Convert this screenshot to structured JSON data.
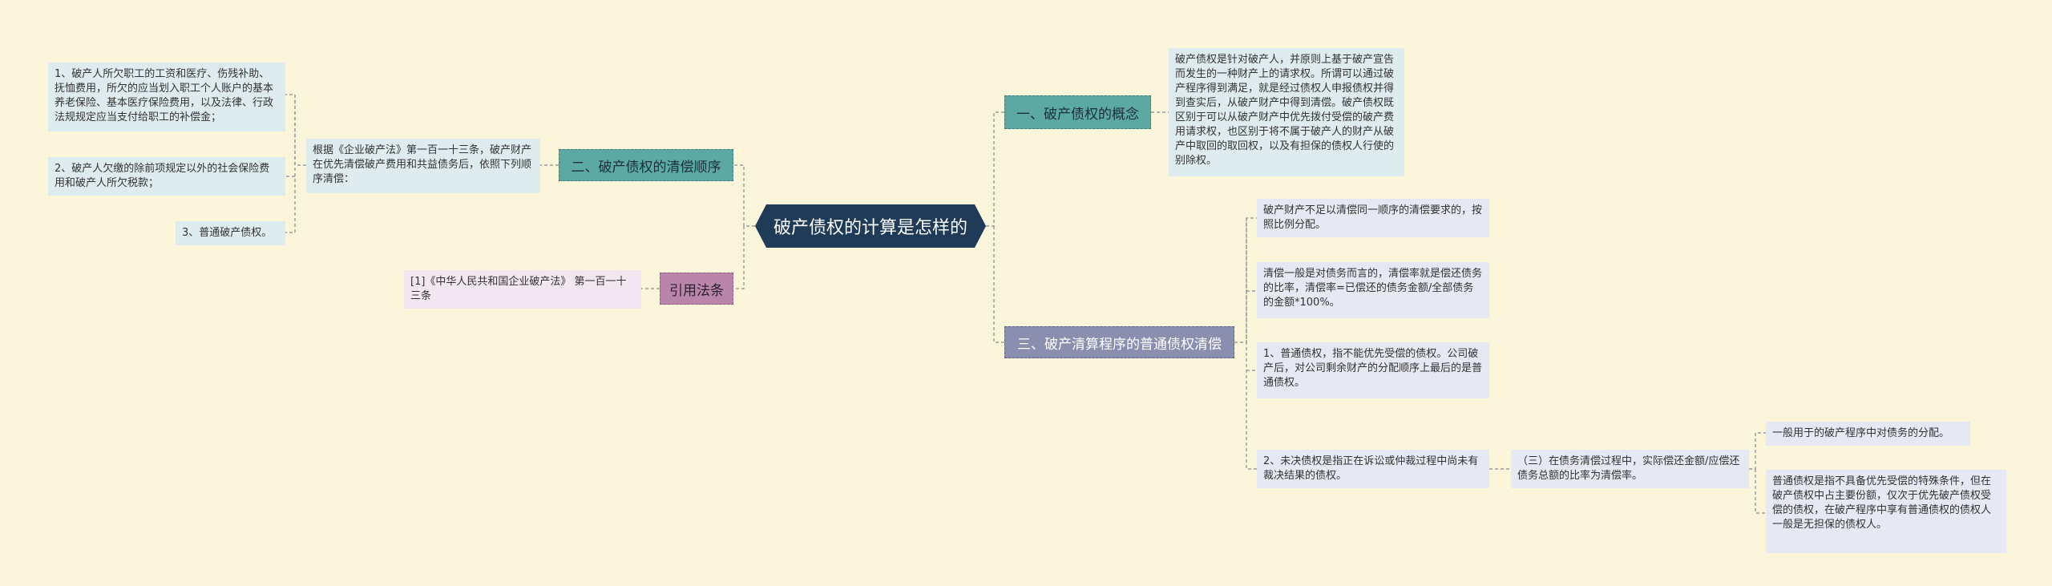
{
  "root": {
    "label": "破产债权的计算是怎样的"
  },
  "right": {
    "topic1": {
      "label": "一、破产债权的概念",
      "detail": "破产债权是针对破产人，并原则上基于破产宣告而发生的一种财产上的请求权。所谓可以通过破产程序得到满足，就是经过债权人申报债权并得到查实后，从破产财产中得到清偿。破产债权既区别于可以从破产财产中优先拨付受偿的破产费用请求权，也区别于将不属于破产人的财产从破产中取回的取回权，以及有担保的债权人行使的别除权。"
    },
    "topic3": {
      "label": "三、破产清算程序的普通债权清偿",
      "children": [
        "破产财产不足以清偿同一顺序的清偿要求的，按照比例分配。",
        "清偿一般是对债务而言的，清偿率就是偿还债务的比率，清偿率=已偿还的债务金额/全部债务的金额*100%。",
        "1、普通债权，指不能优先受偿的债权。公司破产后，对公司剩余财产的分配顺序上最后的是普通债权。",
        "2、未决债权是指正在诉讼或仲裁过程中尚未有裁决结果的债权。"
      ],
      "sub": "（三）在债务清偿过程中，实际偿还金额/应偿还债务总额的比率为清偿率。",
      "subchildren": [
        "一般用于的破产程序中对债务的分配。",
        "普通债权是指不具备优先受偿的特殊条件，但在破产债权中占主要份额，仅次于优先破产债权受偿的债权，在破产程序中享有普通债权的债权人一般是无担保的债权人。"
      ]
    }
  },
  "left": {
    "topic2": {
      "label": "二、破产债权的清偿顺序",
      "intro": "根据《企业破产法》第一百一十三条，破产财产在优先清偿破产费用和共益债务后，依照下列顺序清偿：",
      "items": [
        "1、破产人所欠职工的工资和医疗、伤残补助、抚恤费用，所欠的应当划入职工个人账户的基本养老保险、基本医疗保险费用，以及法律、行政法规规定应当支付给职工的补偿金；",
        "2、破产人欠缴的除前项规定以外的社会保险费用和破产人所欠税款；",
        "3、普通破产债权。"
      ]
    },
    "topic4": {
      "label": "引用法条",
      "ref": "[1]《中华人民共和国企业破产法》 第一百一十三条"
    }
  },
  "colors": {
    "background": "#fbf5dc",
    "root": "#1f3b57",
    "teal": "#5ba9a2",
    "purple": "#8a8fb0",
    "pink": "#b985ab",
    "line": "#8a8a8a"
  }
}
